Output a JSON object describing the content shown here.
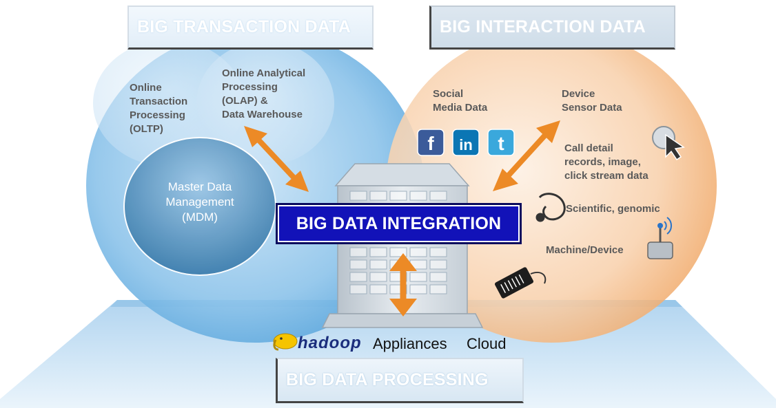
{
  "banners": {
    "transaction": "BIG TRANSACTION DATA",
    "interaction": "BIG INTERACTION DATA",
    "integration": "BIG DATA INTEGRATION",
    "processing": "BIG DATA PROCESSING"
  },
  "transaction": {
    "oltp": [
      "Online",
      "Transaction",
      "Processing",
      "(OLTP)"
    ],
    "olap": [
      "Online Analytical",
      "Processing",
      "(OLAP) &",
      "Data Warehouse"
    ],
    "mdm": [
      "Master Data",
      "Management",
      "(MDM)"
    ]
  },
  "interaction": {
    "social": [
      "Social",
      "Media Data"
    ],
    "device": [
      "Device",
      "Sensor Data"
    ],
    "call": [
      "Call detail",
      "records, image,",
      "click stream data"
    ],
    "scientific": "Scientific, genomic",
    "machine": "Machine/Device"
  },
  "social_icons": [
    {
      "name": "facebook-icon",
      "glyph": "f",
      "color": "#3b5b9a"
    },
    {
      "name": "linkedin-icon",
      "glyph": "in",
      "color": "#0b76b4"
    },
    {
      "name": "twitter-icon",
      "glyph": "t",
      "color": "#3aa8dc"
    }
  ],
  "processing": {
    "hadoop": "hadoop",
    "appliances": "Appliances",
    "cloud": "Cloud"
  },
  "colors": {
    "arrow": "#ec8a26",
    "integration_bg": "#1212b8",
    "left_sphere": "#5aa6dc",
    "right_sphere": "#f3b37e",
    "hadoop": "#f5c400"
  }
}
